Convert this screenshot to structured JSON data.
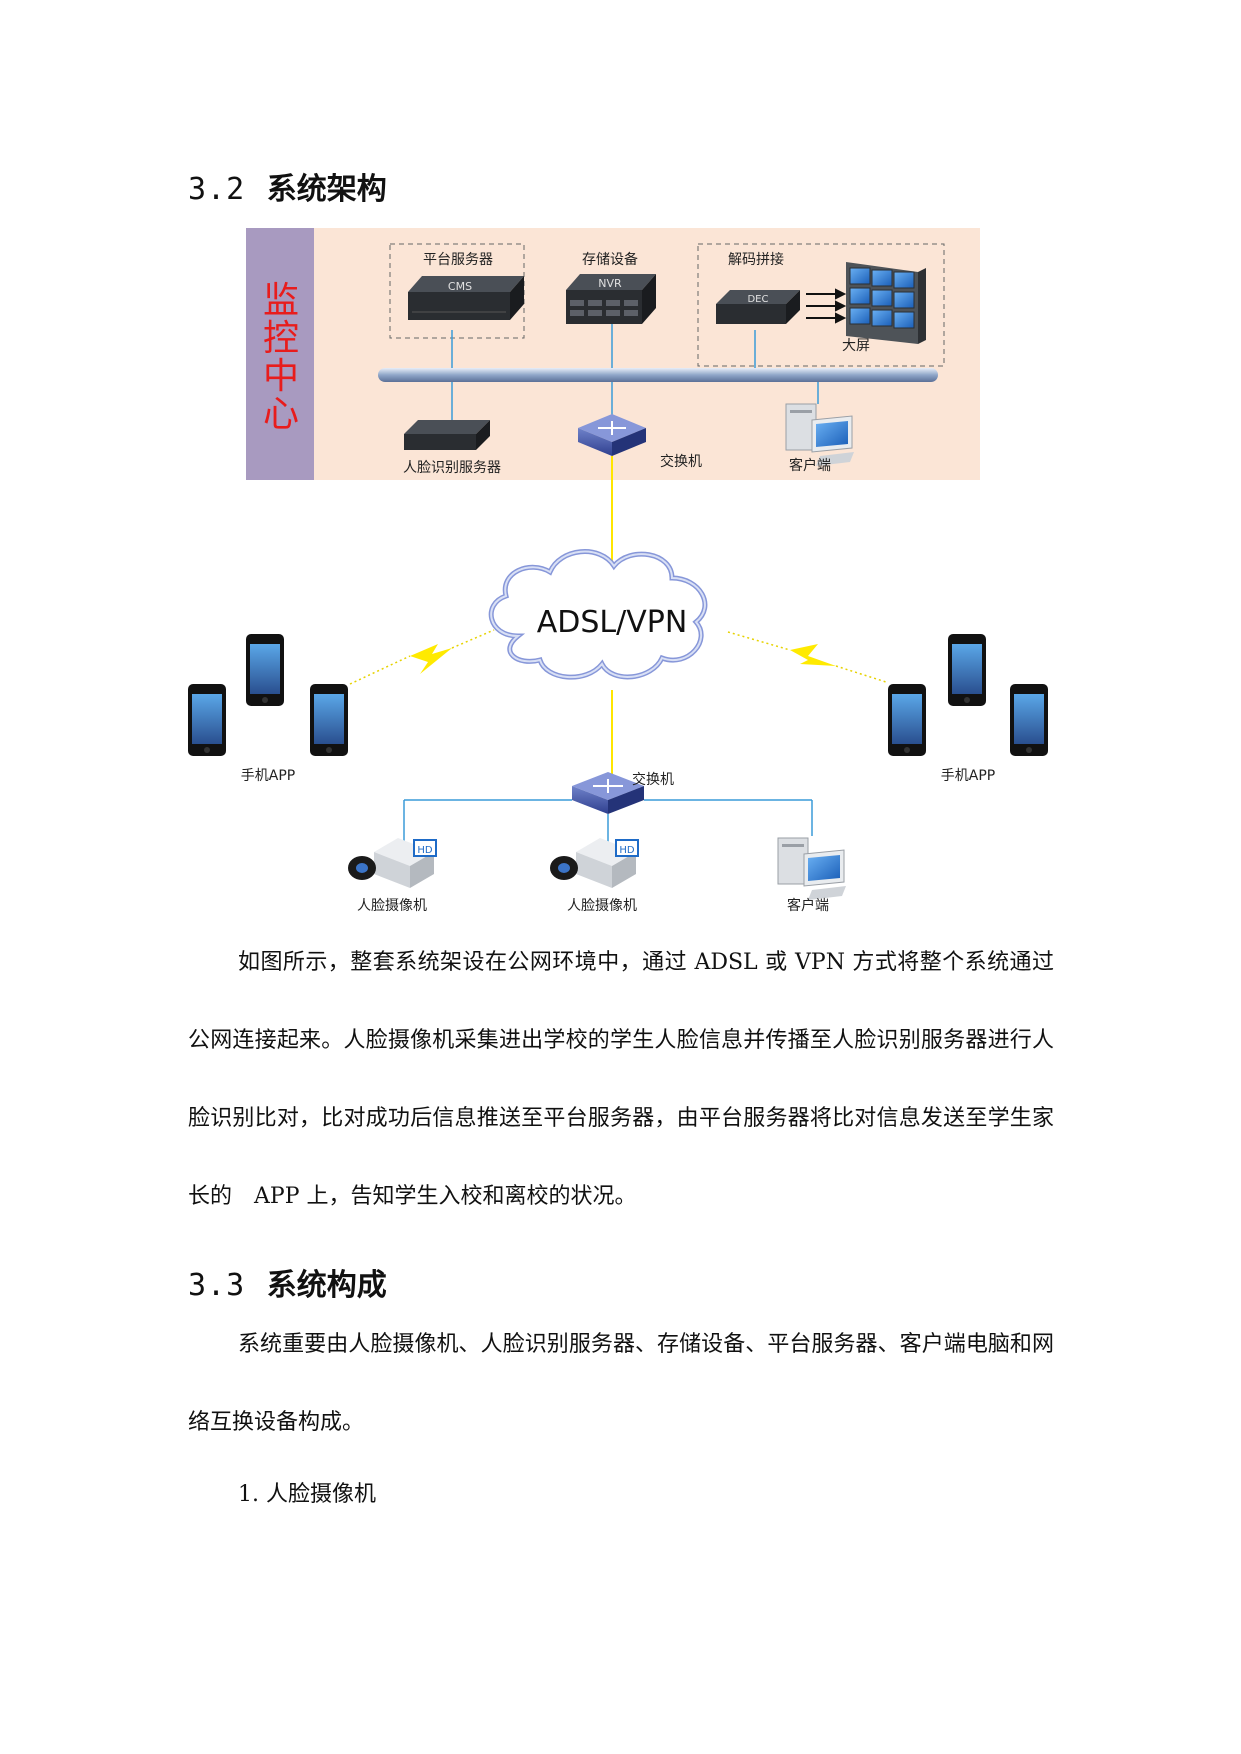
{
  "section_32": {
    "number": "3.2",
    "title": "系统架构"
  },
  "diagram": {
    "control_center_label": [
      "监",
      "控",
      "中",
      "心"
    ],
    "platform_server": "平台服务器",
    "platform_server_badge": "CMS",
    "storage": "存储设备",
    "storage_badge": "NVR",
    "decode": "解码拼接",
    "decode_badge": "DEC",
    "big_screen": "大屏",
    "face_server": "人脸识别服务器",
    "switch_top": "交换机",
    "client_top": "客户端",
    "cloud": "ADSL/VPN",
    "phone_left": "手机APP",
    "phone_right": "手机APP",
    "switch_bottom": "交换机",
    "camera_1": "人脸摄像机",
    "camera_2": "人脸摄像机",
    "camera_badge": "HD",
    "client_bottom": "客户端"
  },
  "paragraph_1": "如图所示，整套系统架设在公网环境中，通过 ADSL 或 VPN 方式将整个系统通过公网连接起来。人脸摄像机采集进出学校的学生人脸信息并传播至人脸识别服务器进行人脸识别比对，比对成功后信息推送至平台服务器，由平台服务器将比对信息发送至学生家长的　APP 上，告知学生入校和离校的状况。",
  "section_33": {
    "number": "3.3",
    "title": "系统构成"
  },
  "paragraph_2": "系统重要由人脸摄像机、人脸识别服务器、存储设备、平台服务器、客户端电脑和网络互换设备构成。",
  "list_item_1": "1. 人脸摄像机"
}
